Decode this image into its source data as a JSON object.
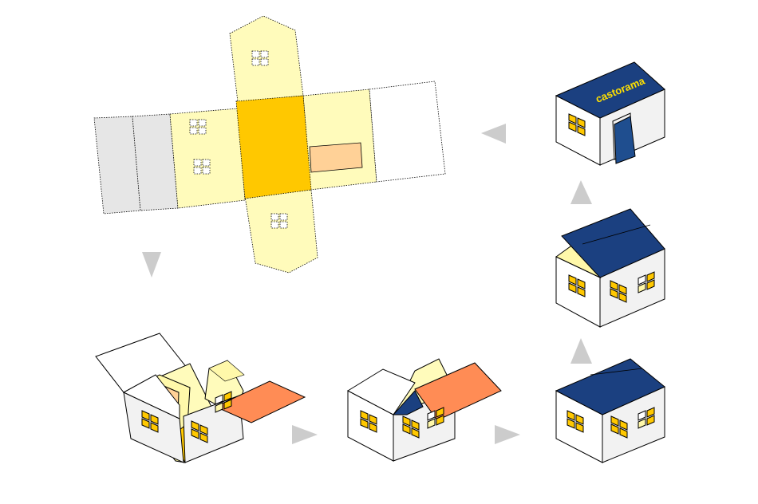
{
  "diagram": {
    "brand_label": "castorama",
    "steps": [
      {
        "id": "net",
        "description_shown": false
      },
      {
        "id": "fold-walls"
      },
      {
        "id": "attach-roof"
      },
      {
        "id": "roof-closed"
      },
      {
        "id": "roof-lifted"
      },
      {
        "id": "door-open"
      }
    ],
    "colors": {
      "paper_yellow": "#FFFBBB",
      "center_yellow": "#FFC800",
      "window_lit": "#FFC800",
      "gable_pale": "#FFF8AA",
      "flap_peach": "#FFD197",
      "roof_orange": "#FF8C55",
      "roof_blue": "#1B4080",
      "door_blue": "#1F4E8F",
      "grey_panel": "#E6E6E6",
      "wall_white": "#FFFFFF",
      "side_wall": "#F2F2F2",
      "arrow_grey": "#CCCCCC",
      "outline": "#000000",
      "brand_text": "#FFE000"
    },
    "icons": [
      "arrow-down-icon",
      "arrow-right-icon",
      "arrow-up-icon",
      "arrow-left-icon"
    ]
  }
}
